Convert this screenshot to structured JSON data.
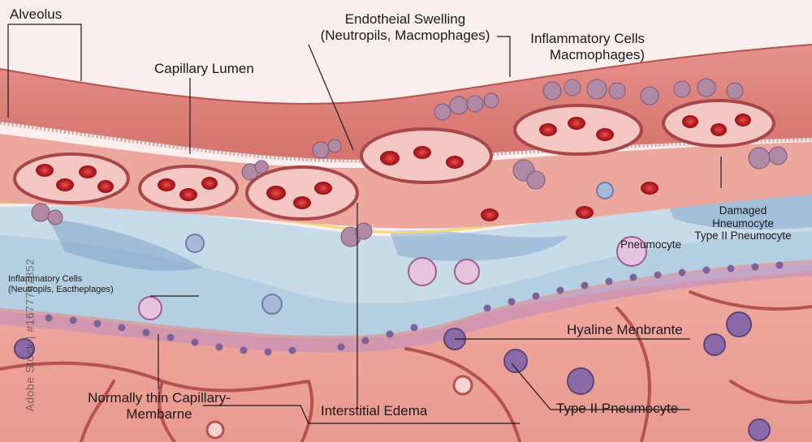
{
  "labels": {
    "alveolus": "Alveolus",
    "capillary_lumen": "Capillary Lumen",
    "endothelial_swelling_line1": "Endotheial Swelling",
    "endothelial_swelling_line2": "(Neutropils, Macmophages)",
    "inflammatory_cells_line1": "Inflammatory Cells",
    "inflammatory_cells_line2": "Macmophages)",
    "damaged_line1": "Damaged",
    "damaged_line2": "Hneumocyte",
    "damaged_line3": "Type II Pneumocyte",
    "pneumocyte": "Pneumocyte",
    "left_inflammatory_line1": "Inflammatory Cells",
    "left_inflammatory_line2": "(Neutropils, Eactheplages)",
    "hyaline_membrane": "Hyaline Menbrante",
    "type2_pneumocyte": "Type II Pneumocyte",
    "interstitial_edema": "Interstitial Edema",
    "normally_thin_line1": "Normally thin Capillary-",
    "normally_thin_line2": "Membarne"
  },
  "watermark": "Adobe Stock | #1677767852",
  "colors": {
    "tissue_pink": "#e79a92",
    "epithelium": "#d9736c",
    "rbc_red": "#c9262a",
    "edema_blue": "#a9c6dc",
    "cell_purple": "#8c6aa8",
    "leader_line": "#1a1a1a"
  }
}
